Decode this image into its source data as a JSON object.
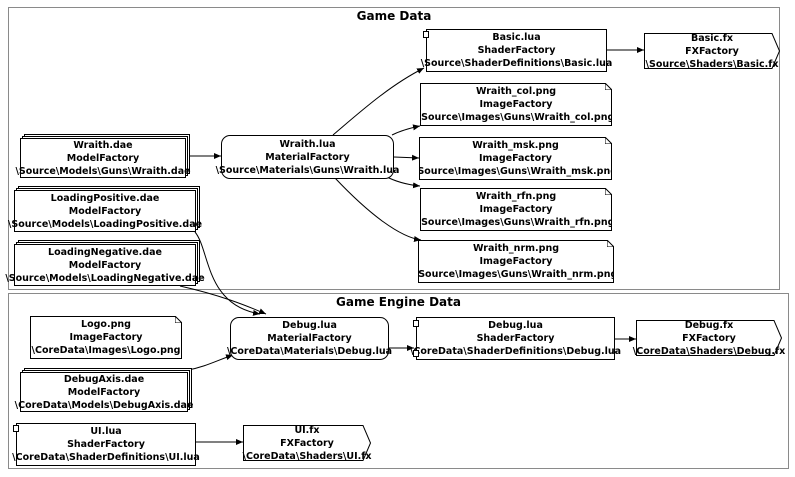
{
  "panels": {
    "game_data": {
      "title": "Game Data"
    },
    "game_engine_data": {
      "title": "Game Engine Data"
    }
  },
  "nodes": {
    "basic_lua": {
      "name": "Basic.lua",
      "factory": "ShaderFactory",
      "path": "\\Source\\ShaderDefinitions\\Basic.lua"
    },
    "basic_fx": {
      "name": "Basic.fx",
      "factory": "FXFactory",
      "path": "\\Source\\Shaders\\Basic.fx"
    },
    "wraith_col": {
      "name": "Wraith_col.png",
      "factory": "ImageFactory",
      "path": "\\Source\\Images\\Guns\\Wraith_col.png"
    },
    "wraith_dae": {
      "name": "Wraith.dae",
      "factory": "ModelFactory",
      "path": "\\Source\\Models\\Guns\\Wraith.dae"
    },
    "wraith_lua": {
      "name": "Wraith.lua",
      "factory": "MaterialFactory",
      "path": "\\Source\\Materials\\Guns\\Wraith.lua"
    },
    "wraith_msk": {
      "name": "Wraith_msk.png",
      "factory": "ImageFactory",
      "path": "\\Source\\Images\\Guns\\Wraith_msk.png"
    },
    "loading_positive": {
      "name": "LoadingPositive.dae",
      "factory": "ModelFactory",
      "path": "\\Source\\Models\\LoadingPositive.dae"
    },
    "wraith_rfn": {
      "name": "Wraith_rfn.png",
      "factory": "ImageFactory",
      "path": "\\Source\\Images\\Guns\\Wraith_rfn.png"
    },
    "loading_negative": {
      "name": "LoadingNegative.dae",
      "factory": "ModelFactory",
      "path": "\\Source\\Models\\LoadingNegative.dae"
    },
    "wraith_nrm": {
      "name": "Wraith_nrm.png",
      "factory": "ImageFactory",
      "path": "\\Source\\Images\\Guns\\Wraith_nrm.png"
    },
    "logo_png": {
      "name": "Logo.png",
      "factory": "ImageFactory",
      "path": "\\CoreData\\Images\\Logo.png"
    },
    "debug_lua": {
      "name": "Debug.lua",
      "factory": "MaterialFactory",
      "path": "\\CoreData\\Materials\\Debug.lua"
    },
    "debug_shader_lua": {
      "name": "Debug.lua",
      "factory": "ShaderFactory",
      "path": "\\CoreData\\ShaderDefinitions\\Debug.lua"
    },
    "debug_fx": {
      "name": "Debug.fx",
      "factory": "FXFactory",
      "path": "\\CoreData\\Shaders\\Debug.fx"
    },
    "debugaxis_dae": {
      "name": "DebugAxis.dae",
      "factory": "ModelFactory",
      "path": "\\CoreData\\Models\\DebugAxis.dae"
    },
    "ui_lua": {
      "name": "UI.lua",
      "factory": "ShaderFactory",
      "path": "\\CoreData\\ShaderDefinitions\\UI.lua"
    },
    "ui_fx": {
      "name": "UI.fx",
      "factory": "FXFactory",
      "path": "\\CoreData\\Shaders\\UI.fx"
    }
  }
}
